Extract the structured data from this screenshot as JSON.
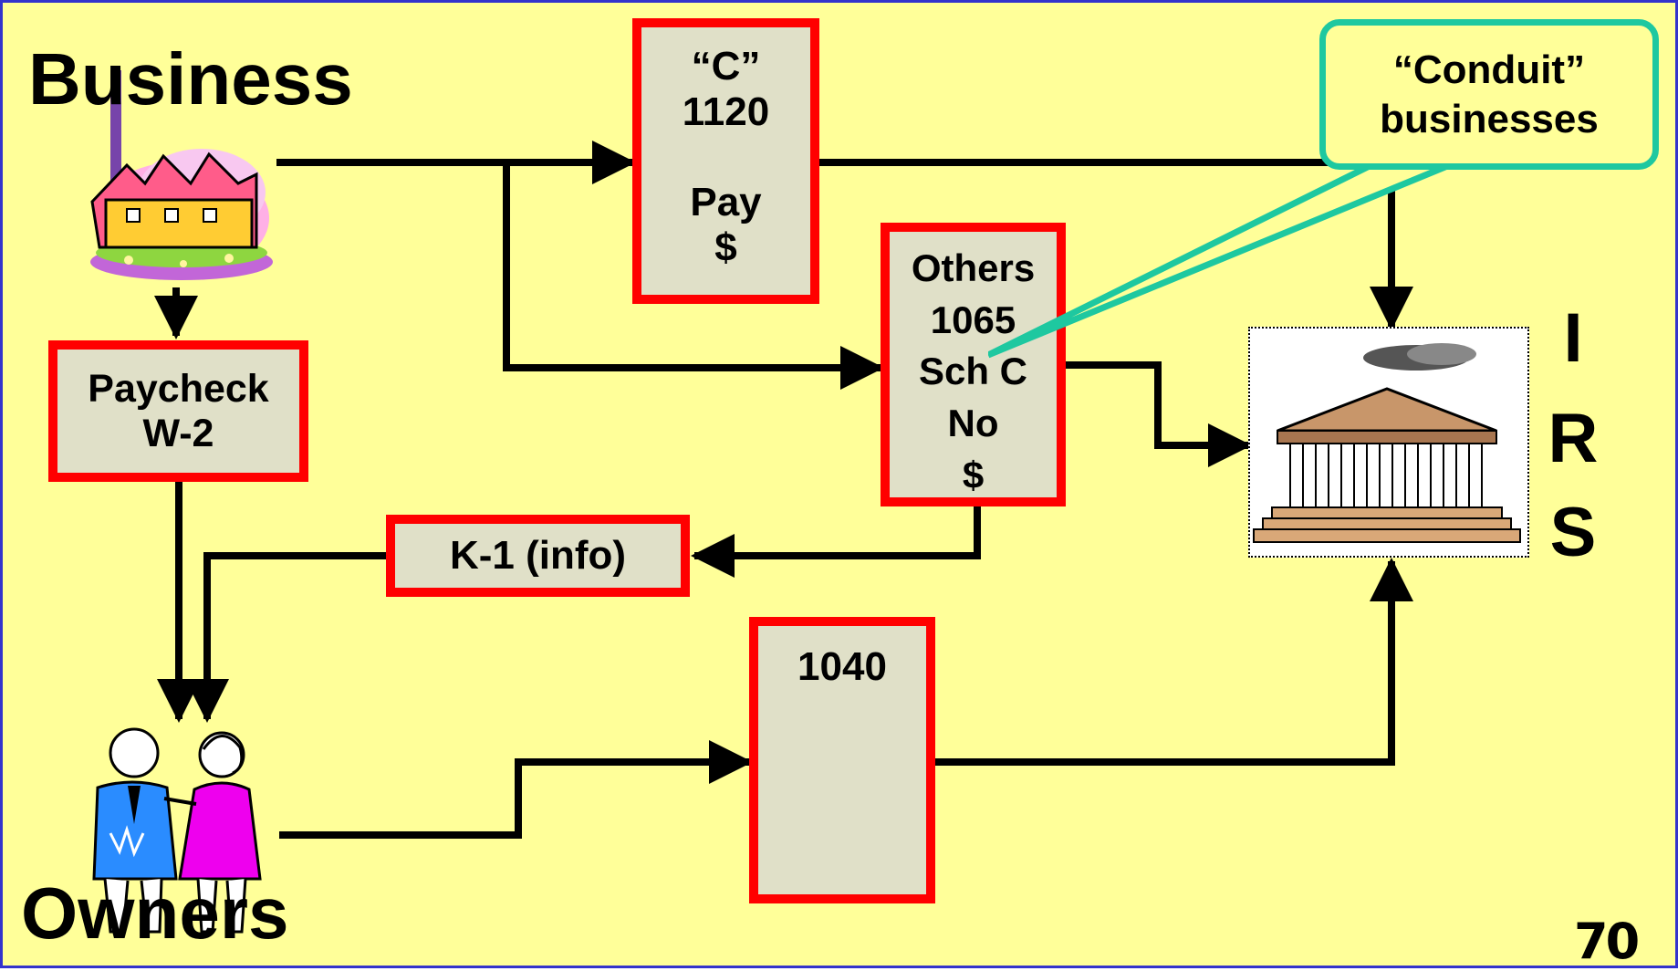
{
  "labels": {
    "business": "Business",
    "owners": "Owners",
    "irs": [
      "I",
      "R",
      "S"
    ],
    "page_number": "70"
  },
  "boxes": {
    "c_corp": {
      "lines": [
        "“C”",
        "1120",
        "",
        "Pay",
        "$"
      ]
    },
    "others": {
      "lines": [
        "Others",
        "1065",
        "Sch C",
        "No",
        "$"
      ]
    },
    "paycheck": {
      "lines": [
        "Paycheck",
        "W-2"
      ]
    },
    "k1": {
      "lines": [
        "K-1 (info)"
      ]
    },
    "form1040": {
      "lines": [
        "1040"
      ]
    }
  },
  "callout": {
    "lines": [
      "“Conduit”",
      "businesses"
    ]
  },
  "icons": {
    "business": "factory-icon",
    "owners": "people-icon",
    "irs": "government-building-icon"
  },
  "colors": {
    "background": "#ffff99",
    "box_border": "#ff0000",
    "box_fill": "#e0e0c8",
    "callout_border": "#1ec8a0",
    "frame": "#3333cc"
  }
}
